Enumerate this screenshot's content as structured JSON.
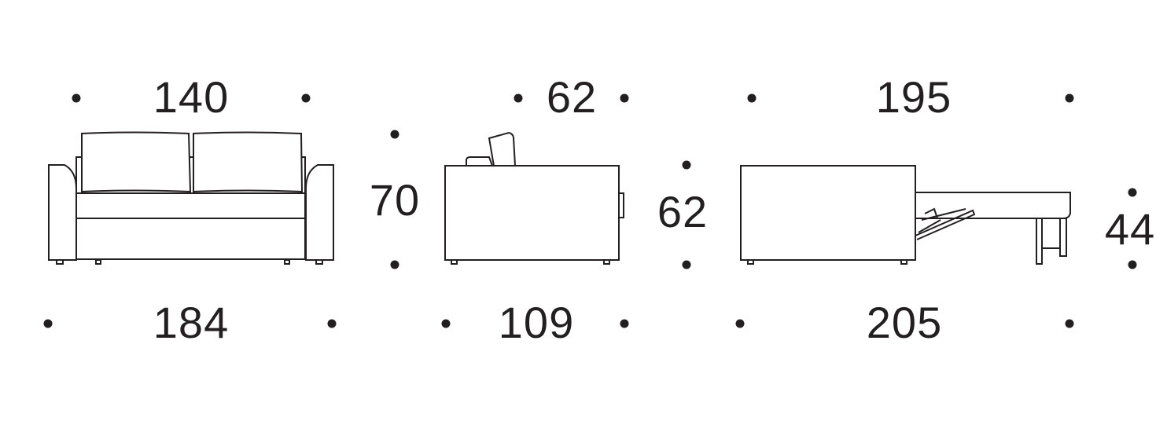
{
  "dimensions": {
    "front": {
      "seat_width": "140",
      "height": "70",
      "total_width": "184"
    },
    "side": {
      "seat_depth": "62",
      "height": "62",
      "total_depth": "109"
    },
    "bed": {
      "mattress_length": "195",
      "height": "44",
      "total_length": "205"
    }
  },
  "colors": {
    "line": "#231f20",
    "background": "#ffffff"
  }
}
